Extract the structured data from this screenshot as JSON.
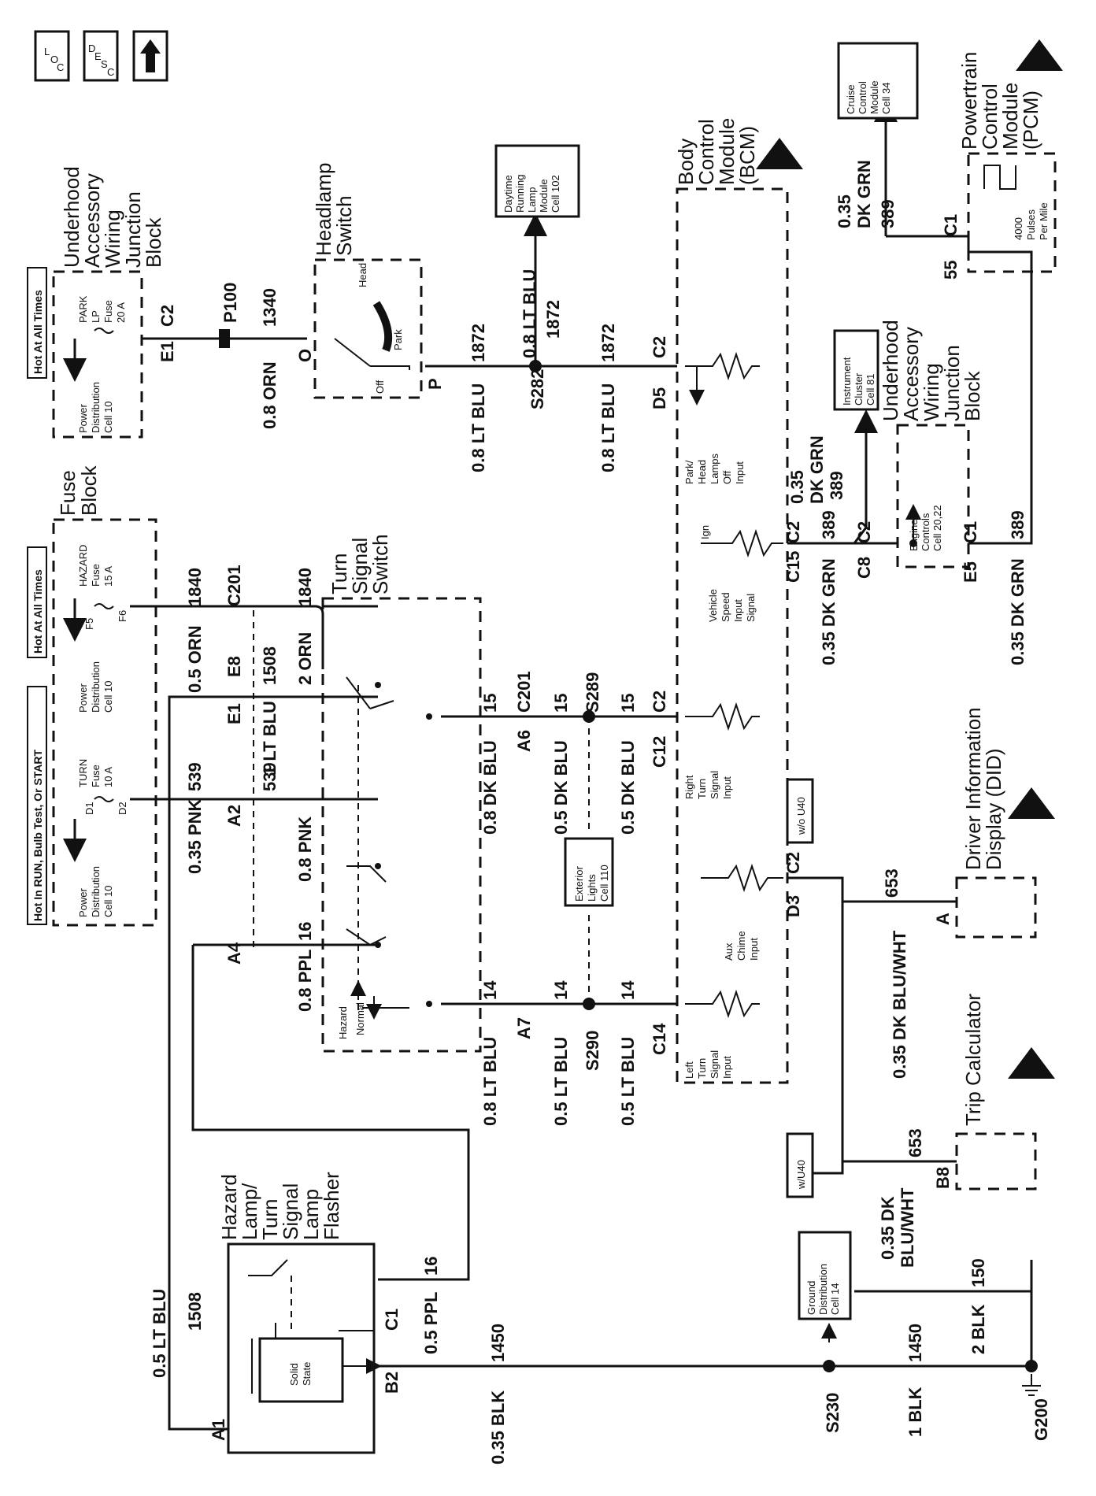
{
  "icons": {
    "loc": [
      "L",
      "O",
      "C"
    ],
    "desc": [
      "D",
      "E",
      "S",
      "C"
    ],
    "up": "up-arrow-icon"
  },
  "top_labels": {
    "hot_run": "Hot In RUN, Bulb Test, Or START",
    "hot_all1": "Hot At All Times",
    "hot_all2": "Hot At All Times",
    "fuse_block": [
      "Fuse",
      "Block"
    ],
    "underhood1": [
      "Underhood",
      "Accessory",
      "Wiring",
      "Junction",
      "Block"
    ],
    "headlamp_switch": [
      "Headlamp",
      "Switch"
    ],
    "drl": [
      "Daytime",
      "Running",
      "Lamp",
      "Module",
      "Cell 102"
    ],
    "bcm": [
      "Body",
      "Control",
      "Module",
      "(BCM)"
    ],
    "cruise": [
      "Cruise",
      "Control",
      "Module",
      "Cell 34"
    ],
    "pcm": [
      "Powertrain",
      "Control",
      "Module",
      "(PCM)"
    ]
  },
  "fuses": {
    "turn": [
      "TURN",
      "Fuse",
      "10 A"
    ],
    "hazard": [
      "HAZARD",
      "Fuse",
      "15 A"
    ],
    "park": [
      "PARK",
      "LP",
      "Fuse",
      "20 A"
    ],
    "pd1": [
      "Power",
      "Distribution",
      "Cell 10"
    ],
    "pd2": [
      "Power",
      "Distribution",
      "Cell 10"
    ],
    "pd3": [
      "Power",
      "Distribution",
      "Cell 10"
    ],
    "d1": "D1",
    "d2": "D2",
    "f5": "F5",
    "f6": "F6"
  },
  "headlamp": {
    "head": "Head",
    "park": "Park",
    "off": "Off"
  },
  "pcm_box": {
    "pulses": [
      "4000",
      "Pulses",
      "Per Mile"
    ]
  },
  "cluster": [
    "Instrument",
    "Cluster",
    "Cell 81"
  ],
  "underhood2": [
    "Underhood",
    "Accessory",
    "Wiring",
    "Junction",
    "Block"
  ],
  "engine_controls": [
    "Engine",
    "Controls",
    "Cell 20,22"
  ],
  "bcm_inputs": {
    "park_head": [
      "Park/",
      "Head",
      "Lamps",
      "Off",
      "Input"
    ],
    "ign": "Ign",
    "vss": [
      "Vehicle",
      "Speed",
      "Input",
      "Signal"
    ],
    "right_turn": [
      "Right",
      "Turn",
      "Signal",
      "Input"
    ],
    "aux_chime": [
      "Aux",
      "Chime",
      "Input"
    ],
    "left_turn": [
      "Left",
      "Turn",
      "Signal",
      "Input"
    ]
  },
  "turn_switch": {
    "title": [
      "Turn",
      "Signal",
      "Switch"
    ],
    "hazard": "Hazard",
    "normal": "Normal"
  },
  "exterior": [
    "Exterior",
    "Lights",
    "Cell 110"
  ],
  "flasher": {
    "title": [
      "Hazard",
      "Lamp/",
      "Turn",
      "Signal",
      "Lamp",
      "Flasher"
    ],
    "solid": [
      "Solid",
      "State"
    ]
  },
  "options": {
    "wo_u40": "w/o U40",
    "w_u40": "w/U40"
  },
  "did": [
    "Driver Information",
    "Display (DID)"
  ],
  "trip": "Trip Calculator",
  "ground_dist": [
    "Ground",
    "Distribution",
    "Cell 14"
  ],
  "wires": {
    "w1840a": "1840",
    "orn05": "0.5 ORN",
    "c201a": "C201",
    "e8": "E8",
    "w1840b": "1840",
    "orn2": "2 ORN",
    "w1508a": "1508",
    "ltblu1": "1 LT BLU",
    "e1a": "E1",
    "pnk035": "0.35 PNK",
    "w539a": "539",
    "a2": "A2",
    "pnk08": "0.8 PNK",
    "w539b": "539",
    "a4": "A4",
    "ppl08": "0.8 PPL",
    "w16a": "16",
    "w15a": "15",
    "c201b": "C201",
    "dkblu08": "0.8 DK BLU",
    "a6": "A6",
    "w15b": "15",
    "s289": "S289",
    "dkblu05a": "0.5 DK BLU",
    "w15c": "15",
    "c2a": "C2",
    "dkblu05b": "0.5 DK BLU",
    "c12": "C12",
    "w14a": "14",
    "ltblu08a": "0.8 LT BLU",
    "a7": "A7",
    "w14b": "14",
    "ltblu05a": "0.5 LT BLU",
    "s290": "S290",
    "w14c": "14",
    "ltblu05b": "0.5 LT BLU",
    "c14": "C14",
    "e1b": "E1",
    "c2b": "C2",
    "p100": "P100",
    "w1340": "1340",
    "orn08": "0.8 ORN",
    "o": "O",
    "p": "P",
    "w1872a": "1872",
    "ltblu08b": "0.8 LT BLU",
    "ltblu08c": "0.8 LT BLU",
    "w1872b": "1872",
    "s282": "S282",
    "w1872c": "1872",
    "c2c": "C2",
    "ltblu08d": "0.8 LT BLU",
    "d5": "D5",
    "c2d": "C2",
    "c15": "C15",
    "w389a": "389",
    "dkgrn035a": "0.35 DK GRN",
    "dkgrn035b": "0.35",
    "dkgrn035b2": "DK GRN",
    "w389b": "389",
    "c2e": "C2",
    "c8": "C8",
    "c1a": "C1",
    "e5": "E5",
    "w389c": "389",
    "dkgrn035c": "0.35 DK GRN",
    "dkgrn035d": "0.35",
    "dkgrn035d2": "DK GRN",
    "w389d": "389",
    "c1b": "C1",
    "w55": "55",
    "c2f": "C2",
    "d3": "D3",
    "w653a": "653",
    "a": "A",
    "dkbluwht": "0.35 DK BLU/WHT",
    "w653b": "653",
    "b8": "B8",
    "dkbluwht2a": "0.35 DK",
    "dkbluwht2b": "BLU/WHT",
    "ltblu05c": "0.5 LT BLU",
    "w1508b": "1508",
    "a1": "A1",
    "c1c": "C1",
    "w16b": "16",
    "ppl05": "0.5 PPL",
    "b2": "B2",
    "w1450a": "1450",
    "blk035": "0.35 BLK",
    "s230": "S230",
    "w1450b": "1450",
    "blk1": "1 BLK",
    "w150": "150",
    "blk2": "2 BLK",
    "g200": "G200"
  }
}
